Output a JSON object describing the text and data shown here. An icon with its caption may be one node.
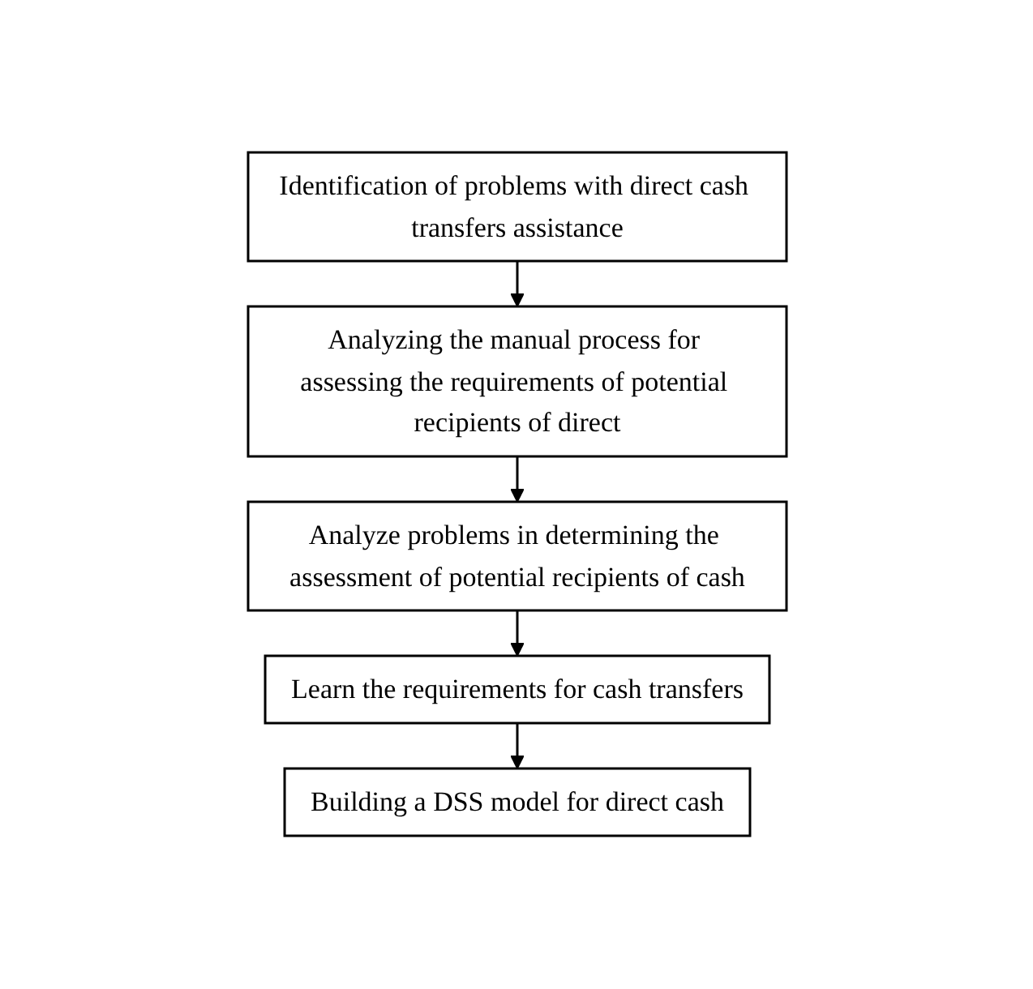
{
  "diagram": {
    "nodes": [
      {
        "text": [
          "Identification of problems with direct cash transfers assistance"
        ]
      },
      {
        "text": [
          "Analyzing the manual process for assessing the requirements of potential recipients of direct"
        ]
      },
      {
        "text": [
          "Analyze problems in determining the assessment of potential recipients of cash"
        ]
      },
      {
        "text": [
          "Learn the requirements for cash transfers"
        ]
      },
      {
        "text": [
          "Building a DSS model for direct cash"
        ]
      }
    ],
    "edges": [
      {
        "from": 0,
        "to": 1,
        "arrow": "to"
      },
      {
        "from": 1,
        "to": 2,
        "arrow": "to"
      },
      {
        "from": 2,
        "to": 3,
        "arrow": "to"
      },
      {
        "from": 3,
        "to": 4,
        "arrow": "to"
      }
    ]
  }
}
